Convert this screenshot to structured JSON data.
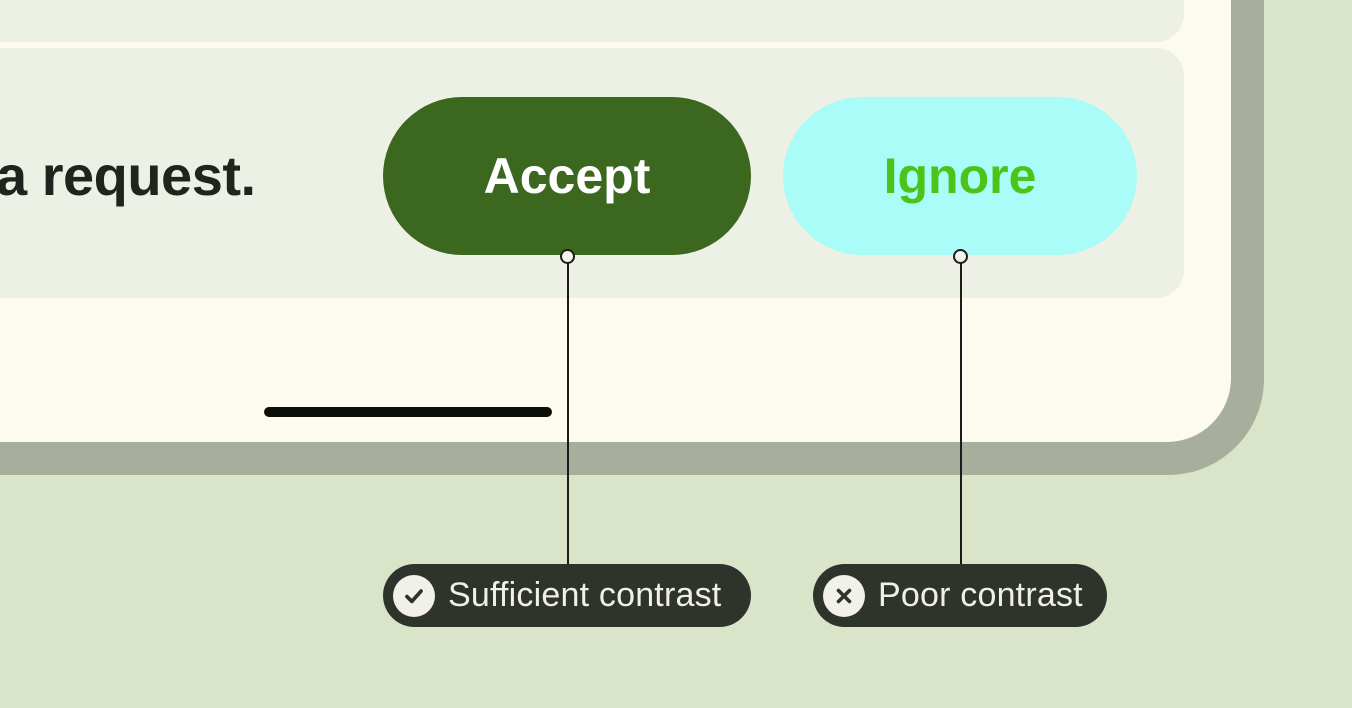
{
  "colors": {
    "background": "#d9e4c8",
    "card_outline": "#a7ae9c",
    "card": "#fdfbf0",
    "row": "#edf1e5",
    "accept_bg": "#3b671e",
    "accept_fg": "#ffffff",
    "ignore_bg": "#a9fcf7",
    "ignore_fg": "#4bc41a",
    "annotation_bg": "#2e332b",
    "annotation_fg": "#f0efe8",
    "text": "#20241f"
  },
  "notification_row": {
    "message_text": "a request.",
    "buttons": [
      {
        "label": "Accept"
      },
      {
        "label": "Ignore"
      }
    ]
  },
  "annotations": [
    {
      "label": "Sufficient contrast",
      "icon": "check-circle-icon"
    },
    {
      "label": "Poor contrast",
      "icon": "x-circle-icon"
    }
  ]
}
